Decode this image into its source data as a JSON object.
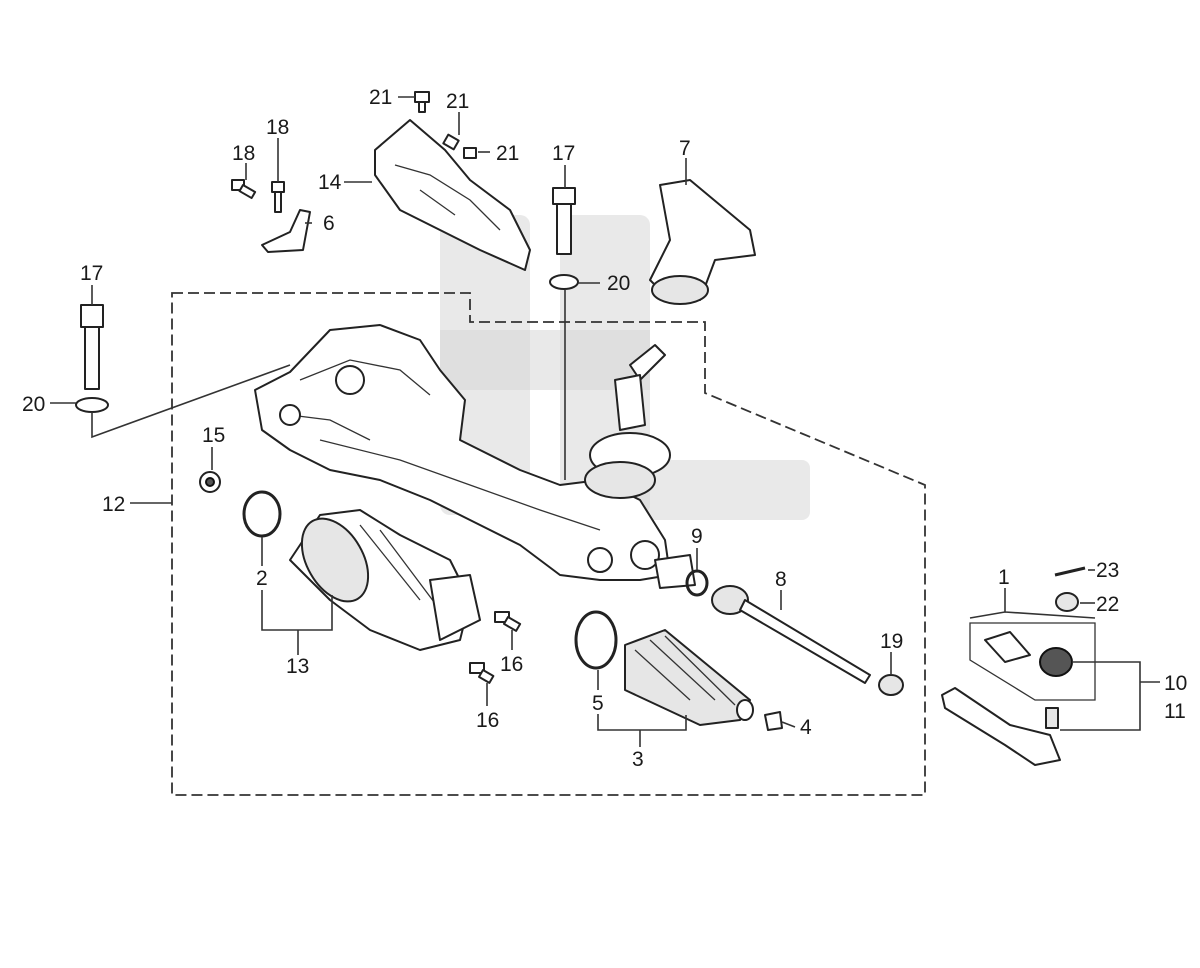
{
  "diagram": {
    "callouts": [
      {
        "id": "c1",
        "label": "1"
      },
      {
        "id": "c2",
        "label": "2"
      },
      {
        "id": "c3",
        "label": "3"
      },
      {
        "id": "c4",
        "label": "4"
      },
      {
        "id": "c5",
        "label": "5"
      },
      {
        "id": "c6",
        "label": "6"
      },
      {
        "id": "c7",
        "label": "7"
      },
      {
        "id": "c8",
        "label": "8"
      },
      {
        "id": "c9",
        "label": "9"
      },
      {
        "id": "c10",
        "label": "10"
      },
      {
        "id": "c11",
        "label": "11"
      },
      {
        "id": "c12",
        "label": "12"
      },
      {
        "id": "c13",
        "label": "13"
      },
      {
        "id": "c14",
        "label": "14"
      },
      {
        "id": "c15",
        "label": "15"
      },
      {
        "id": "c16a",
        "label": "16"
      },
      {
        "id": "c16b",
        "label": "16"
      },
      {
        "id": "c17a",
        "label": "17"
      },
      {
        "id": "c17b",
        "label": "17"
      },
      {
        "id": "c18a",
        "label": "18"
      },
      {
        "id": "c18b",
        "label": "18"
      },
      {
        "id": "c19",
        "label": "19"
      },
      {
        "id": "c20a",
        "label": "20"
      },
      {
        "id": "c20b",
        "label": "20"
      },
      {
        "id": "c21a",
        "label": "21"
      },
      {
        "id": "c21b",
        "label": "21"
      },
      {
        "id": "c21c",
        "label": "21"
      },
      {
        "id": "c22",
        "label": "22"
      },
      {
        "id": "c23",
        "label": "23"
      }
    ]
  }
}
